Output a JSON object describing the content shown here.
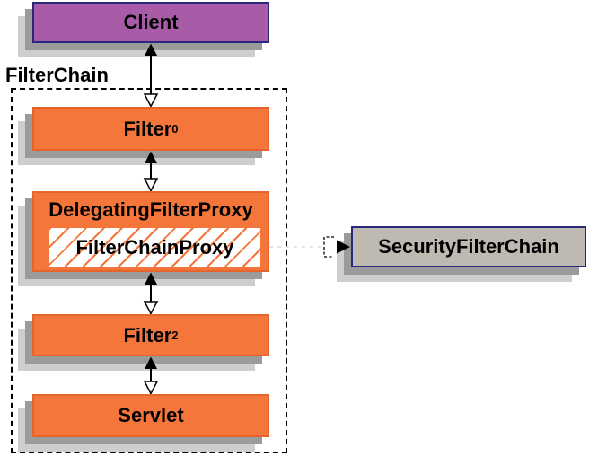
{
  "diagram": {
    "title_label": "FilterChain",
    "nodes": {
      "client": {
        "label": "Client",
        "fill": "#A85CA8",
        "border": "#28287D"
      },
      "filter0": {
        "label": "Filter",
        "subscript": "0",
        "fill": "#F4763A",
        "border": "#E8622C"
      },
      "delegating_filter_proxy": {
        "label": "DelegatingFilterProxy",
        "fill": "#F4763A",
        "border": "#E8622C"
      },
      "filter_chain_proxy": {
        "label": "FilterChainProxy",
        "fill": "#FFFFFF",
        "hatch": "#F4763A",
        "border": "#F4763A"
      },
      "filter2": {
        "label": "Filter",
        "subscript": "2",
        "fill": "#F4763A",
        "border": "#E8622C"
      },
      "servlet": {
        "label": "Servlet",
        "fill": "#F4763A",
        "border": "#E8622C"
      },
      "security_filter_chain": {
        "label": "SecurityFilterChain",
        "fill": "#BEB9B1",
        "border": "#28287D"
      }
    },
    "edges": [
      {
        "from": "Client",
        "to": "Filter0",
        "style": "solid-line",
        "top_head": "solid-up",
        "bottom_head": "hollow-down"
      },
      {
        "from": "Filter0",
        "to": "DelegatingFilterProxy",
        "style": "solid-line",
        "top_head": "solid-up",
        "bottom_head": "hollow-down"
      },
      {
        "from": "DelegatingFilterProxy",
        "to": "Filter2",
        "style": "solid-line",
        "top_head": "solid-up",
        "bottom_head": "hollow-down"
      },
      {
        "from": "Filter2",
        "to": "Servlet",
        "style": "solid-line",
        "top_head": "solid-up",
        "bottom_head": "hollow-down"
      },
      {
        "from": "FilterChainProxy",
        "to": "SecurityFilterChain",
        "style": "dashed-line",
        "head": "solid-right"
      }
    ],
    "colors": {
      "background": "#FFFFFF",
      "text": "#000000",
      "shadow_dark": "#9B9B9B",
      "shadow_light": "#CECECE",
      "dashed_container_border": "#000000",
      "arrow": "#000000"
    }
  }
}
